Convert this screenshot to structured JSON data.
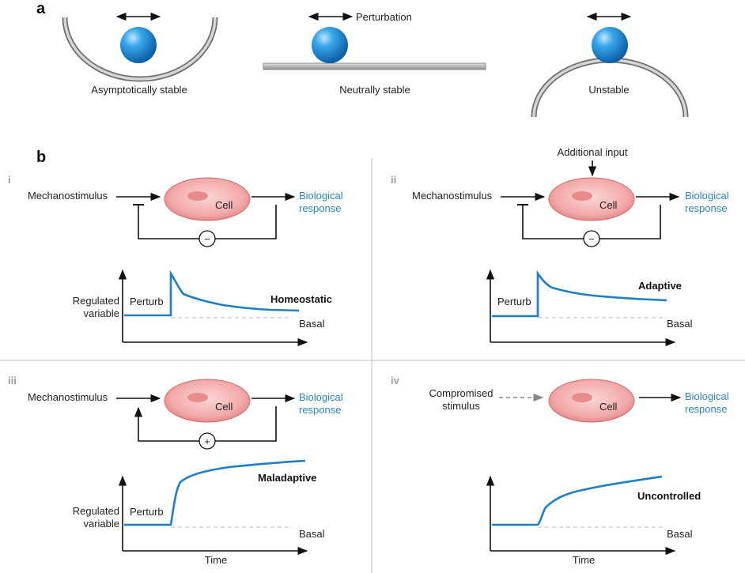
{
  "panel_a": {
    "label": "a",
    "perturbation_label": "Perturbation",
    "captions": [
      "Asymptotically stable",
      "Neutrally stable",
      "Unstable"
    ]
  },
  "panel_b": {
    "label": "b",
    "common": {
      "stimulus": "Mechanostimulus",
      "cell": "Cell",
      "response_line1": "Biological",
      "response_line2": "response",
      "minus": "−",
      "plus": "+",
      "perturb": "Perturb",
      "basal": "Basal",
      "ylabel_line1": "Regulated",
      "ylabel_line2": "variable",
      "xlabel": "Time"
    },
    "quadrants": [
      {
        "numeral": "i",
        "outcome": "Homeostatic"
      },
      {
        "numeral": "ii",
        "outcome": "Adaptive",
        "additional_input": "Additional input"
      },
      {
        "numeral": "iii",
        "outcome": "Maladaptive"
      },
      {
        "numeral": "iv",
        "outcome": "Uncontrolled",
        "stimulus_line1": "Compromised",
        "stimulus_line2": "stimulus"
      }
    ]
  },
  "colors": {
    "ball": "#1f8fd6",
    "cell_fill": "#f0a0a0",
    "cell_nucleus": "#e88a8a",
    "response_text": "#2a86c4",
    "curve": "#1f7fc4",
    "basal_dash": "#c8c8c8",
    "divider": "#bdbdbd",
    "track": "#a8a8a8"
  }
}
